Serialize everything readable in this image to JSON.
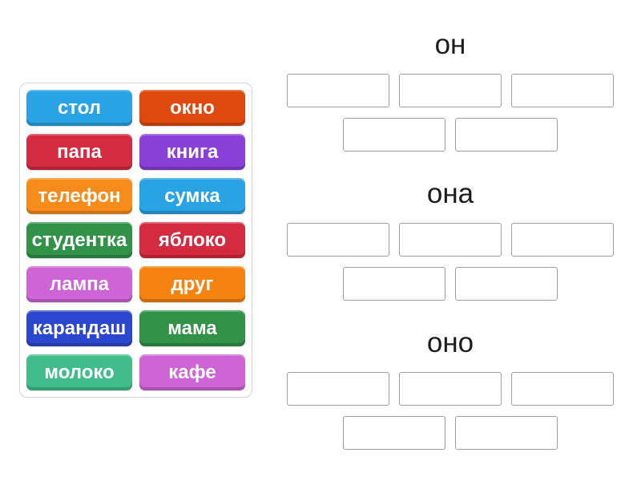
{
  "page": {
    "background": "#ffffff"
  },
  "word_bank": {
    "tiles": [
      {
        "label": "стол",
        "color": "#29a3e3"
      },
      {
        "label": "окно",
        "color": "#de490d"
      },
      {
        "label": "папа",
        "color": "#d42b40"
      },
      {
        "label": "книга",
        "color": "#8b3fd9"
      },
      {
        "label": "телефон",
        "color": "#f78c1b"
      },
      {
        "label": "сумка",
        "color": "#29a3e3"
      },
      {
        "label": "студентка",
        "color": "#319248"
      },
      {
        "label": "яблоко",
        "color": "#d42b40"
      },
      {
        "label": "лампа",
        "color": "#ce64d6"
      },
      {
        "label": "друг",
        "color": "#f48310"
      },
      {
        "label": "карандаш",
        "color": "#2b47cf"
      },
      {
        "label": "мама",
        "color": "#319248"
      },
      {
        "label": "молоко",
        "color": "#40bd8b"
      },
      {
        "label": "кафе",
        "color": "#ce64d6"
      }
    ]
  },
  "groups": [
    {
      "label": "он",
      "slot_count": 5
    },
    {
      "label": "она",
      "slot_count": 5
    },
    {
      "label": "оно",
      "slot_count": 5
    }
  ],
  "colors": {
    "tile_text": "#ffffff",
    "header_text": "#1c1c1c",
    "slot_border": "#9e9e9e",
    "panel_border": "#d6d6d6"
  }
}
